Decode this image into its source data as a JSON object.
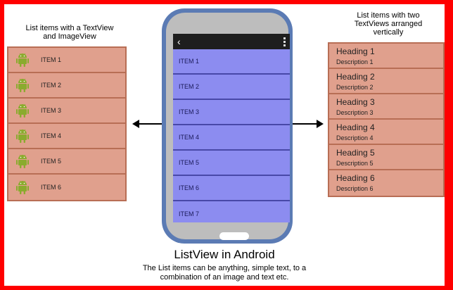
{
  "left": {
    "caption_line1": "List items with a TextView",
    "caption_line2": "and ImageView",
    "items": [
      "ITEM 1",
      "ITEM 2",
      "ITEM 3",
      "ITEM 4",
      "ITEM 5",
      "ITEM 6"
    ],
    "icon": "android-icon"
  },
  "right": {
    "caption_line1": "List items with two",
    "caption_line2": "TextViews arranged",
    "caption_line3": "vertically",
    "items": [
      {
        "heading": "Heading 1",
        "description": "Description 1"
      },
      {
        "heading": "Heading 2",
        "description": "Description 2"
      },
      {
        "heading": "Heading 3",
        "description": "Description 3"
      },
      {
        "heading": "Heading 4",
        "description": "Description 4"
      },
      {
        "heading": "Heading 5",
        "description": "Description 5"
      },
      {
        "heading": "Heading 6",
        "description": "Description 6"
      }
    ]
  },
  "phone": {
    "back_glyph": "‹",
    "items": [
      "ITEM 1",
      "ITEM 2",
      "ITEM 3",
      "ITEM 4",
      "ITEM 5",
      "ITEM 6",
      "ITEM 7"
    ]
  },
  "title": "ListView in Android",
  "subtitle_line1": "The List items can be anything, simple text, to a",
  "subtitle_line2": "combination of an image and text etc.",
  "colors": {
    "frame": "#ff0000",
    "list_fill": "#e0a08d",
    "list_border": "#b86e55",
    "phone_body": "#5b7bb4",
    "phone_screen": "#8c8cf0",
    "android_green": "#8aab2e"
  }
}
